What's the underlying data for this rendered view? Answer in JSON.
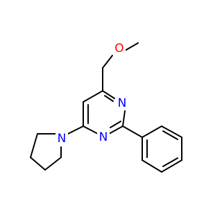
{
  "molecule": {
    "colors": {
      "bond": "#000000",
      "oxygen": "#ff0000",
      "nitrogen": "#0000ff",
      "background": "#ffffff"
    },
    "atoms": {
      "O1": {
        "element": "O",
        "label": "O"
      },
      "N1": {
        "element": "N",
        "label": "N"
      },
      "N2": {
        "element": "N",
        "label": "N"
      },
      "N3": {
        "element": "N",
        "label": "N"
      }
    }
  }
}
